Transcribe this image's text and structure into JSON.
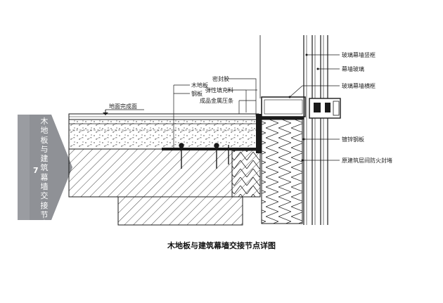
{
  "side_title": "木地板与建筑幕墙交接节点",
  "side_number": "7",
  "caption": "木地板与建筑幕墙交接节点详图",
  "labels": {
    "floor_finish": "地面完成面",
    "wood_floor": "木地板",
    "steel_plate": "钢板",
    "sealant": "密封胶",
    "elastic_filler": "弹性填充料",
    "metal_trim": "成品金属压条",
    "glass_mullion": "玻璃幕墙竖框",
    "curtain_glass": "幕墙玻璃",
    "glass_transom": "玻璃幕墙横框",
    "galvanized_steel": "镀锌钢板",
    "fire_seal": "原建筑层间防火封堵"
  },
  "colors": {
    "line": "#1a1a1a",
    "panel": "#8f9196",
    "hatch": "#333333"
  }
}
